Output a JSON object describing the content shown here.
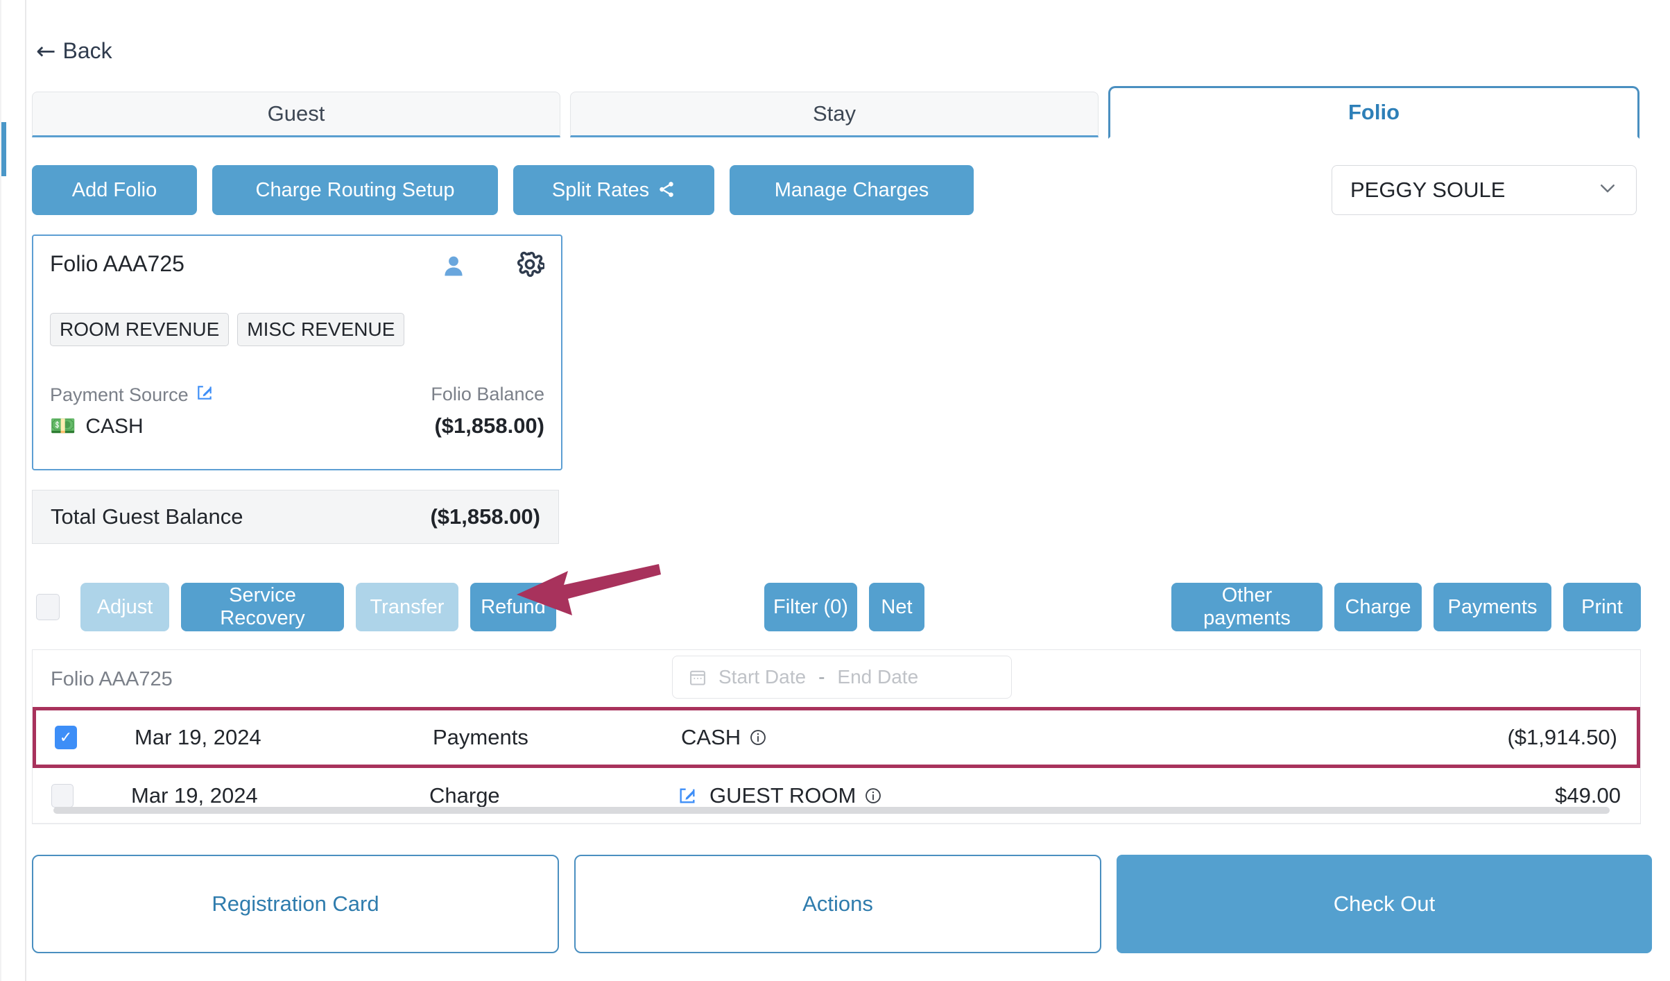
{
  "nav": {
    "back_label": "Back",
    "back_icon": "arrow-left-icon"
  },
  "tabs": [
    {
      "label": "Guest",
      "active": false
    },
    {
      "label": "Stay",
      "active": false
    },
    {
      "label": "Folio",
      "active": true
    }
  ],
  "toolbar_top": {
    "add_folio": "Add Folio",
    "charge_routing_setup": "Charge Routing Setup",
    "split_rates": "Split Rates",
    "split_rates_icon": "share-icon",
    "manage_charges": "Manage Charges"
  },
  "guest_select": {
    "value": "PEGGY SOULE",
    "chevron_icon": "chevron-down-icon"
  },
  "folio_card": {
    "title": "Folio AAA725",
    "person_icon": "person-icon",
    "gear_icon": "gear-icon",
    "chips": [
      "ROOM REVENUE",
      "MISC REVENUE"
    ],
    "payment_source_label": "Payment Source",
    "payment_source_edit_icon": "edit-pencil-icon",
    "payment_source_value": "CASH",
    "payment_source_money_icon": "money-icon",
    "folio_balance_label": "Folio Balance",
    "folio_balance_value": "($1,858.00)"
  },
  "total_guest_balance": {
    "label": "Total Guest Balance",
    "value": "($1,858.00)"
  },
  "action_toolbar": {
    "select_all_checkbox": "",
    "adjust": "Adjust",
    "service_recovery": "Service Recovery",
    "transfer": "Transfer",
    "refund": "Refund",
    "filter": "Filter (0)",
    "net": "Net",
    "other_payments": "Other payments",
    "charge": "Charge",
    "payments": "Payments",
    "print": "Print"
  },
  "transactions": {
    "panel_title": "Folio AAA725",
    "date_filter": {
      "calendar_icon": "calendar-icon",
      "start_placeholder": "Start Date",
      "separator": "-",
      "end_placeholder": "End Date"
    },
    "rows": [
      {
        "checked": true,
        "highlighted": true,
        "date": "Mar 19, 2024",
        "type": "Payments",
        "description": "CASH",
        "description_info_icon": "info-icon",
        "has_edit_icon": false,
        "amount": "($1,914.50)"
      },
      {
        "checked": false,
        "highlighted": false,
        "date": "Mar 19, 2024",
        "type": "Charge",
        "description": "GUEST ROOM",
        "description_info_icon": "info-icon",
        "has_edit_icon": true,
        "edit_icon": "edit-pencil-icon",
        "amount": "$49.00"
      }
    ]
  },
  "footer": {
    "registration_card": "Registration Card",
    "actions": "Actions",
    "check_out": "Check Out"
  },
  "annotation": {
    "arrow_icon": "arrow-pointer-left-icon",
    "arrow_color": "#a8325c",
    "highlight_color": "#a8325c"
  },
  "colors": {
    "primary_blue": "#54a0cf",
    "disabled_blue": "#aed4e9",
    "active_tab_blue": "#2d7fb8",
    "annotation_magenta": "#a8325c"
  }
}
